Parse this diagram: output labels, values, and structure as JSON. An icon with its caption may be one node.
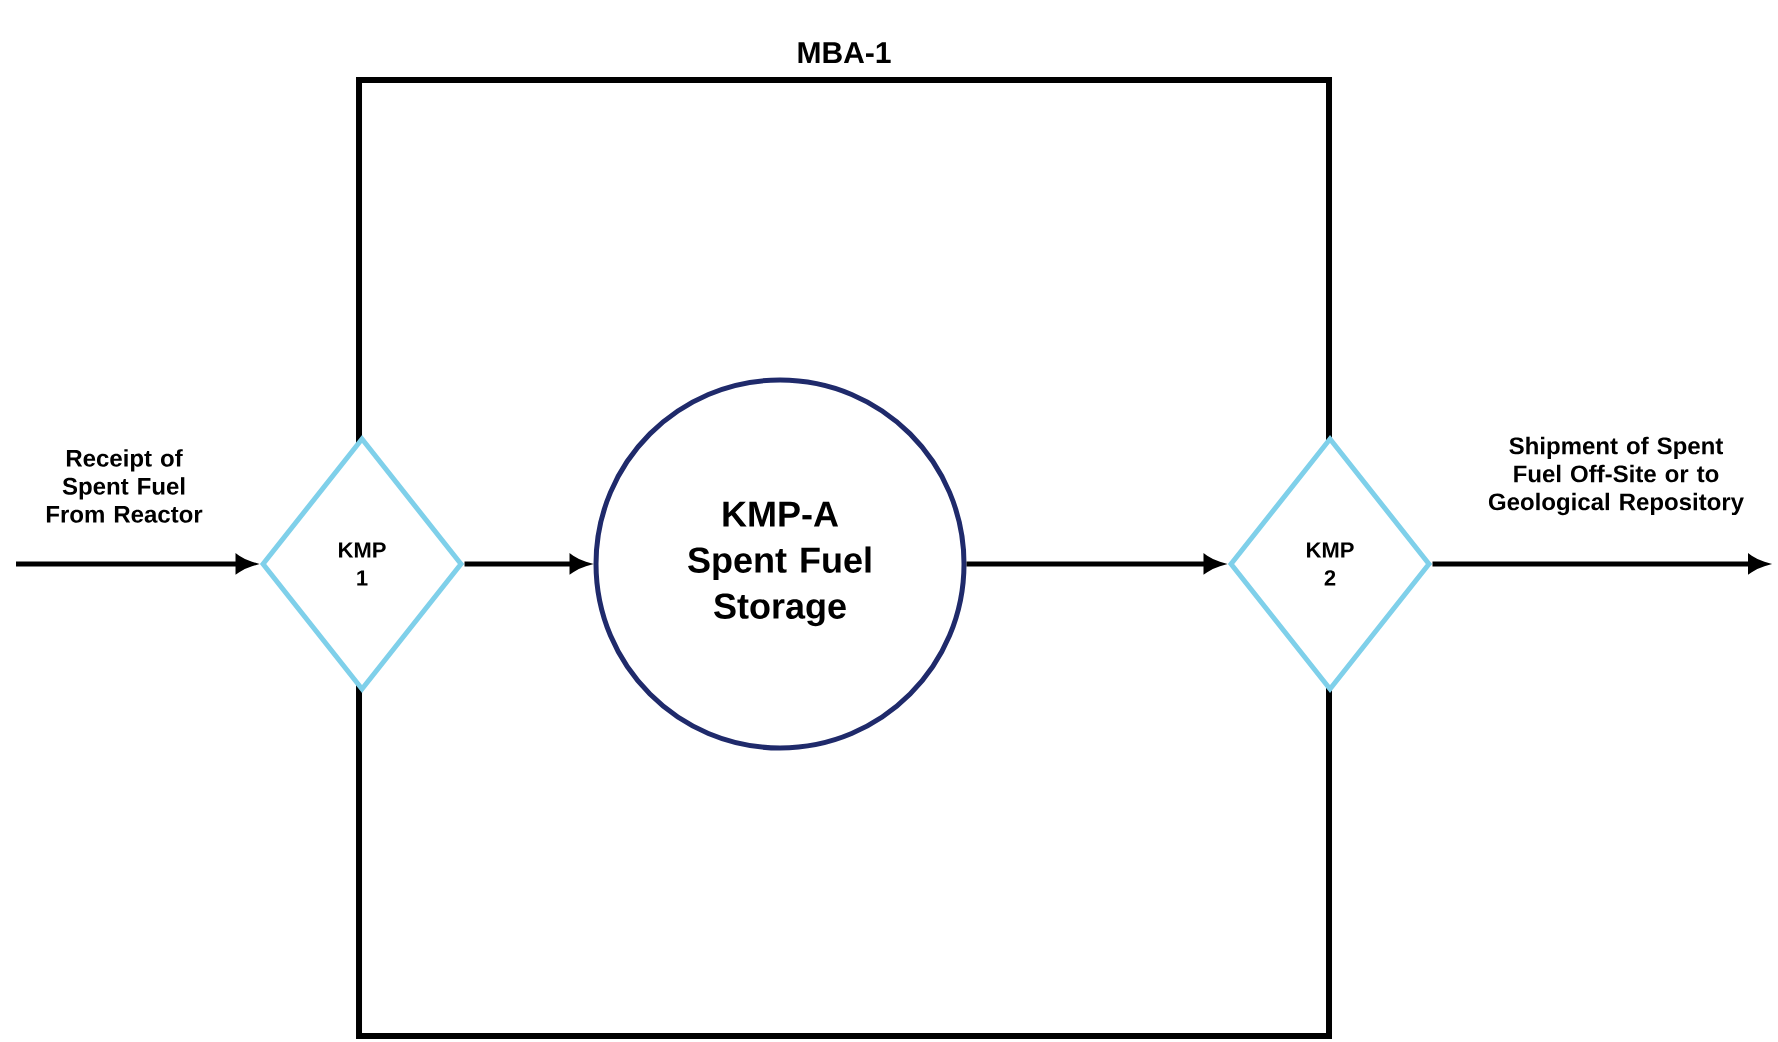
{
  "diagram": {
    "nodes": [
      {
        "text": [
          "MBA-1"
        ]
      },
      {
        "text": [
          "KMP 1"
        ]
      },
      {
        "text": [
          "KMP-A Spent Fuel Storage"
        ],
        "in": 0
      },
      {
        "text": [
          "KMP 2"
        ]
      }
    ],
    "edges": [
      {
        "from": null,
        "to": 1,
        "arrow": "to",
        "label": "Receipt of Spent Fuel From Reactor"
      },
      {
        "from": 1,
        "to": 2,
        "arrow": "to"
      },
      {
        "from": 2,
        "to": 3,
        "arrow": "to"
      },
      {
        "from": 3,
        "to": null,
        "arrow": "to",
        "label": "Shipment of Spent Fuel Off-Site or to Geological Repository"
      }
    ]
  }
}
